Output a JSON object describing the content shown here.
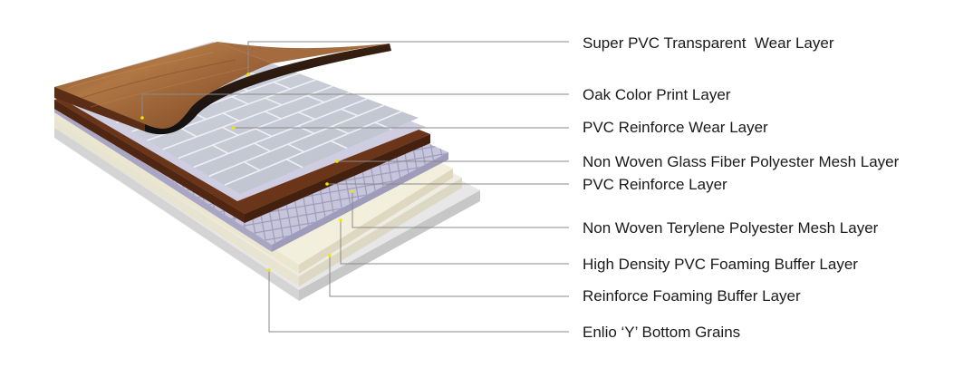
{
  "diagram": {
    "layers": [
      {
        "label": "Super PVC Transparent  Wear Layer"
      },
      {
        "label": "Oak Color Print Layer"
      },
      {
        "label": "PVC Reinforce Wear Layer"
      },
      {
        "label": "Non Woven Glass Fiber Polyester Mesh Layer"
      },
      {
        "label": "PVC Reinforce Layer"
      },
      {
        "label": "Non Woven Terylene Polyester Mesh Layer"
      },
      {
        "label": "High Density PVC Foaming Buffer Layer"
      },
      {
        "label": "Reinforce Foaming Buffer Layer"
      },
      {
        "label": "Enlio ‘Y’ Bottom Grains"
      }
    ],
    "colors": {
      "leader_line": "#8a8a8a",
      "marker_dot": "#f2e600",
      "wood_dark": "#6b3a1f",
      "wood_light": "#a86a3c",
      "brown_layer": "#5a2e17",
      "gray_panel": "#c9ccd6",
      "mesh_panel": "#b8b6cf",
      "cream_layer": "#ece9d8",
      "bottom_layer": "#dedede"
    }
  }
}
